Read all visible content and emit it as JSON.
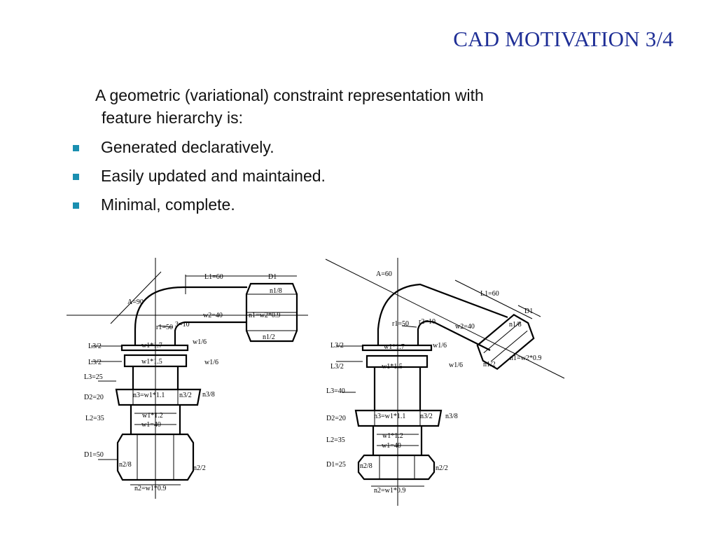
{
  "slide": {
    "title": "CAD MOTIVATION 3/4",
    "intro_line1": "A geometric (variational) constraint representation with",
    "intro_line2": "feature hierarchy is:",
    "bullets": [
      "Generated declaratively.",
      "Easily updated and maintained.",
      "Minimal, complete."
    ],
    "bullet_color": "#1a8fb0",
    "title_color": "#1f2f96"
  },
  "figure_left": {
    "A": "A=90",
    "L1": "L1=60",
    "D1_top": "D1",
    "n1_8": "n1/8",
    "n1_eq": "n1=w2*0.9",
    "n1_2": "n1/2",
    "w2": "w2=40",
    "r1": "r1=50",
    "r2_partial": "3=10",
    "w1_6a": "w1/6",
    "L3_2a": "L3/2",
    "w1_17": "w1*1.7",
    "L3_2b": "L3/2",
    "w1_15": "w1*1.5",
    "w1_6b": "w1/6",
    "L3": "L3=25",
    "D2": "D2=20",
    "n3_eq": "n3=w1*1.1",
    "n3_2": "n3/2",
    "n3_8": "n3/8",
    "w1_12": "w1*1.2",
    "w1_40": "w1=40",
    "L2": "L2=35",
    "D1_bot": "D1=50",
    "n2_8": "n2/8",
    "n2_2": "n2/2",
    "n2_eq": "n2=w1*0.9"
  },
  "figure_right": {
    "A": "A=60",
    "L1": "L1=60",
    "D1_top": "D1",
    "n1_8": "n1/8",
    "n1_eq": "n1=w2*0.9",
    "n1_2": "n1/2",
    "w2": "w2=40",
    "r1": "r1=50",
    "r2": "r2=10",
    "w1_6a": "w1/6",
    "L3_2a": "L3/2",
    "w1_17": "w1*1.7",
    "L3_2b": "L3/2",
    "w1_15": "w1*1.5",
    "w1_6b": "w1/6",
    "L3": "L3=40",
    "D2": "D2=20",
    "n3_eq": "n3=w1*1.1",
    "n3_2": "n3/2",
    "n3_8": "n3/8",
    "w1_12": "w1*1.2",
    "w1_40": "w1=40",
    "L2": "L2=35",
    "D1_bot": "D1=25",
    "n2_8": "n2/8",
    "n2_2": "n2/2",
    "n2_eq": "n2=w1*0.9"
  }
}
